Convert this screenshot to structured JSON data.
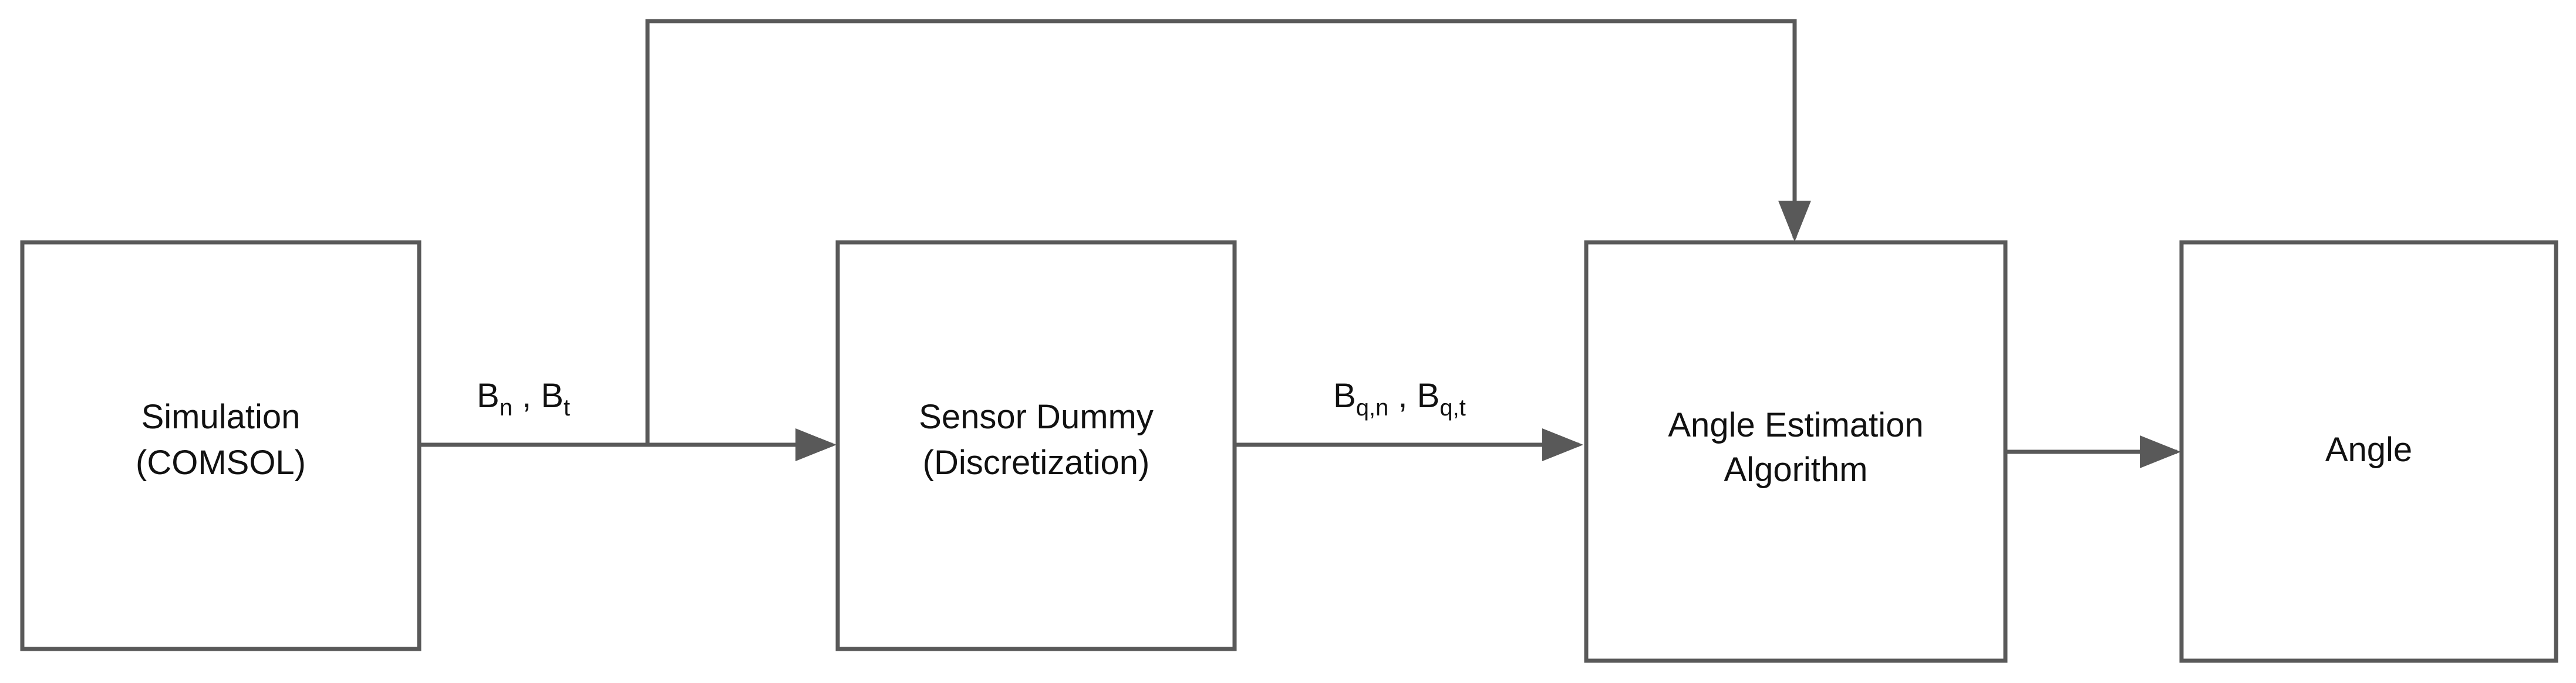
{
  "colors": {
    "stroke": "#595959",
    "text": "#111111",
    "background": "#ffffff"
  },
  "blocks": {
    "simulation": {
      "line1": "Simulation",
      "line2": "(COMSOL)"
    },
    "sensor_dummy": {
      "line1": "Sensor Dummy",
      "line2": "(Discretization)"
    },
    "angle_estimation": {
      "line1": "Angle Estimation",
      "line2": "Algorithm"
    },
    "angle": {
      "line1": "Angle"
    }
  },
  "signals": {
    "raw_field": {
      "b1": "B",
      "b1_sub": "n",
      "sep": " , ",
      "b2": "B",
      "b2_sub": "t"
    },
    "quantized_field": {
      "b1": "B",
      "b1_sub": "q,n",
      "sep": " , ",
      "b2": "B",
      "b2_sub": "q,t"
    }
  }
}
